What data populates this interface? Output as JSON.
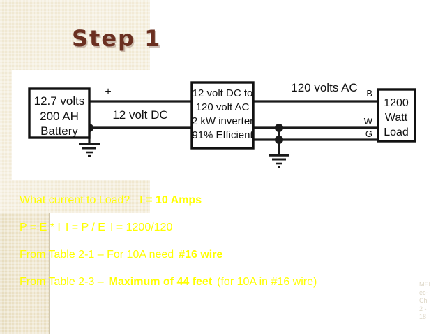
{
  "slide": {
    "title": "Step 1",
    "title_color": "#6b3021",
    "body_text_color": "#ffff00",
    "background_color": "#ffffff",
    "band_color": "#eadfc2"
  },
  "diagram": {
    "battery": {
      "line1": "12.7 volts",
      "line2": "200 AH",
      "line3": "Battery"
    },
    "dc_bus": {
      "plus_sign": "+",
      "label": "12 volt DC"
    },
    "inverter": {
      "line1": "12 volt DC to",
      "line2": "120 volt AC",
      "line3": "2 kW inverter",
      "line4": "91% Efficient"
    },
    "ac_bus": {
      "label": "120 volts AC"
    },
    "conductor_labels": {
      "black": "B",
      "white": "W",
      "ground": "G"
    },
    "load": {
      "line1": "1200",
      "line2": "Watt",
      "line3": "Load"
    }
  },
  "bullets": [
    {
      "parts": [
        {
          "text": "What current to Load?",
          "bold": false
        },
        {
          "text": "I = 10 Amps",
          "bold": true
        }
      ]
    },
    {
      "parts": [
        {
          "text": "P = E * I",
          "bold": false
        },
        {
          "text": "I = P / E",
          "bold": false
        },
        {
          "text": "I = 1200/120",
          "bold": false
        }
      ]
    },
    {
      "parts": [
        {
          "text": "From Table 2-1 – For 10A need",
          "bold": false
        },
        {
          "text": "#16 wire",
          "bold": true
        }
      ]
    },
    {
      "parts": [
        {
          "text": "From Table 2-3 –",
          "bold": false
        },
        {
          "text": "Maximum of 44 feet",
          "bold": true
        },
        {
          "text": "(for 10A in #16 wire)",
          "bold": false
        }
      ]
    }
  ],
  "footer": {
    "line1": "MEI",
    "line2": "ec-",
    "line3": "Ch",
    "line4": "2 -",
    "line5": "18"
  }
}
